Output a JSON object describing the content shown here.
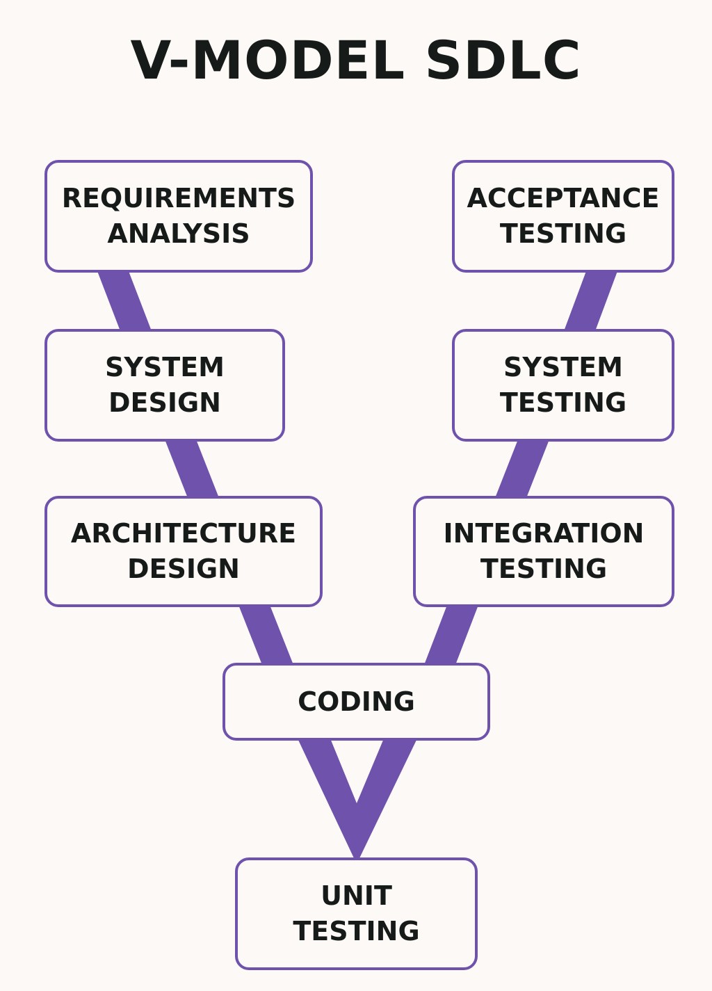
{
  "title": "V-MODEL SDLC",
  "colors": {
    "accent": "#6f52ab",
    "background": "#fcf9f6",
    "text": "#161a18"
  },
  "phases": {
    "requirements": {
      "line1": "REQUIREMENTS",
      "line2": "ANALYSIS"
    },
    "system_design": {
      "line1": "SYSTEM",
      "line2": "DESIGN"
    },
    "architecture": {
      "line1": "ARCHITECTURE",
      "line2": "DESIGN"
    },
    "coding": {
      "line1": "CODING"
    },
    "unit_testing": {
      "line1": "UNIT",
      "line2": "TESTING"
    },
    "integration_testing": {
      "line1": "INTEGRATION",
      "line2": "TESTING"
    },
    "system_testing": {
      "line1": "SYSTEM",
      "line2": "TESTING"
    },
    "acceptance_testing": {
      "line1": "ACCEPTANCE",
      "line2": "TESTING"
    }
  }
}
